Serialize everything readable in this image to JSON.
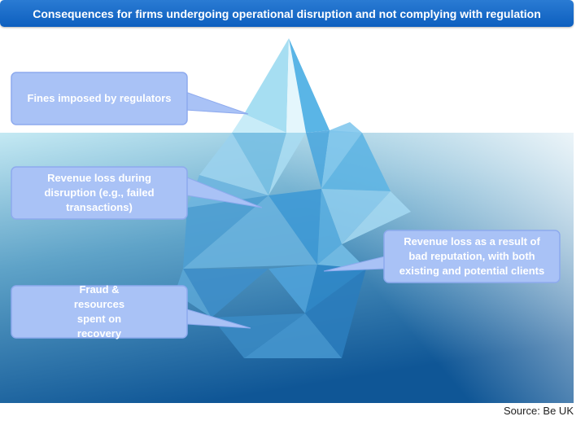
{
  "header": {
    "title": "Consequences for firms undergoing operational disruption and not complying with regulation"
  },
  "callouts": [
    {
      "label": "Fines imposed by regulators"
    },
    {
      "label": "Revenue loss during disruption (e.g., failed transactions)"
    },
    {
      "label": "Fraud & resources spent on recovery"
    },
    {
      "label": "Revenue loss as a result of bad reputation, with both existing and potential clients"
    }
  ],
  "footer": {
    "source": "Source: Be UK"
  },
  "colors": {
    "title_bar": "#1467c8",
    "callout_fill": "#a9c2f6",
    "water_light": "#b9e3f0",
    "water_dark": "#0f5a98"
  }
}
